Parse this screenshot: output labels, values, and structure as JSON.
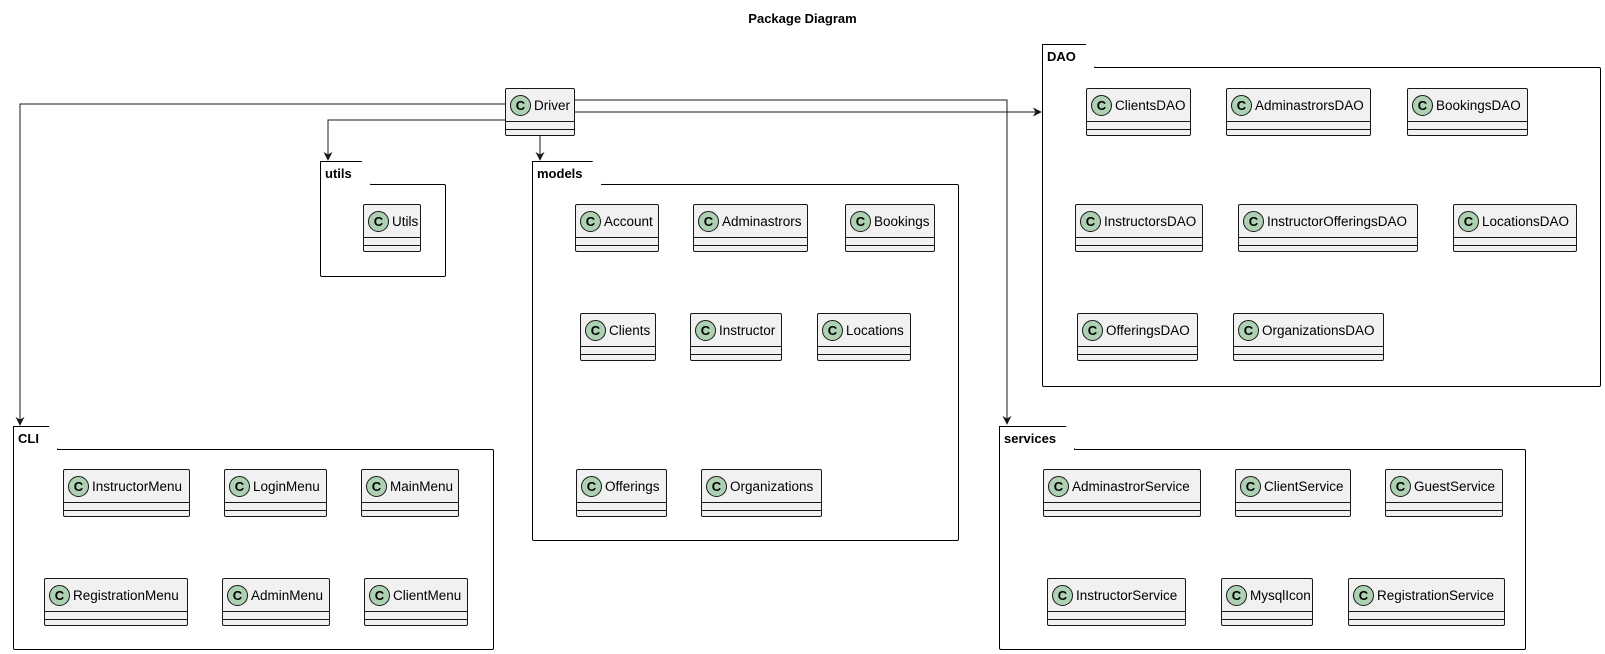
{
  "title": "Package Diagram",
  "classes": {
    "driver": "Driver",
    "utils": "Utils",
    "account": "Account",
    "adminastrors": "Adminastrors",
    "bookings": "Bookings",
    "clients": "Clients",
    "instructor": "Instructor",
    "locations": "Locations",
    "offerings": "Offerings",
    "organizations": "Organizations",
    "clients_dao": "ClientsDAO",
    "adminastrors_dao": "AdminastrorsDAO",
    "bookings_dao": "BookingsDAO",
    "instructors_dao": "InstructorsDAO",
    "instructor_offerings_dao": "InstructorOfferingsDAO",
    "locations_dao": "LocationsDAO",
    "offerings_dao": "OfferingsDAO",
    "organizations_dao": "OrganizationsDAO",
    "instructor_menu": "InstructorMenu",
    "login_menu": "LoginMenu",
    "main_menu": "MainMenu",
    "registration_menu": "RegistrationMenu",
    "admin_menu": "AdminMenu",
    "client_menu": "ClientMenu",
    "adminastror_service": "AdminastrorService",
    "client_service": "ClientService",
    "guest_service": "GuestService",
    "instructor_service": "InstructorService",
    "mysql_icon": "MysqlIcon",
    "registration_service": "RegistrationService"
  },
  "packages": {
    "utils": "utils",
    "models": "models",
    "dao": "DAO",
    "cli": "CLI",
    "services": "services"
  },
  "class_icon_letter": "C",
  "colors": {
    "class_fill": "#f1f1f1",
    "class_icon_fill": "#add1b2",
    "line": "#181818"
  }
}
